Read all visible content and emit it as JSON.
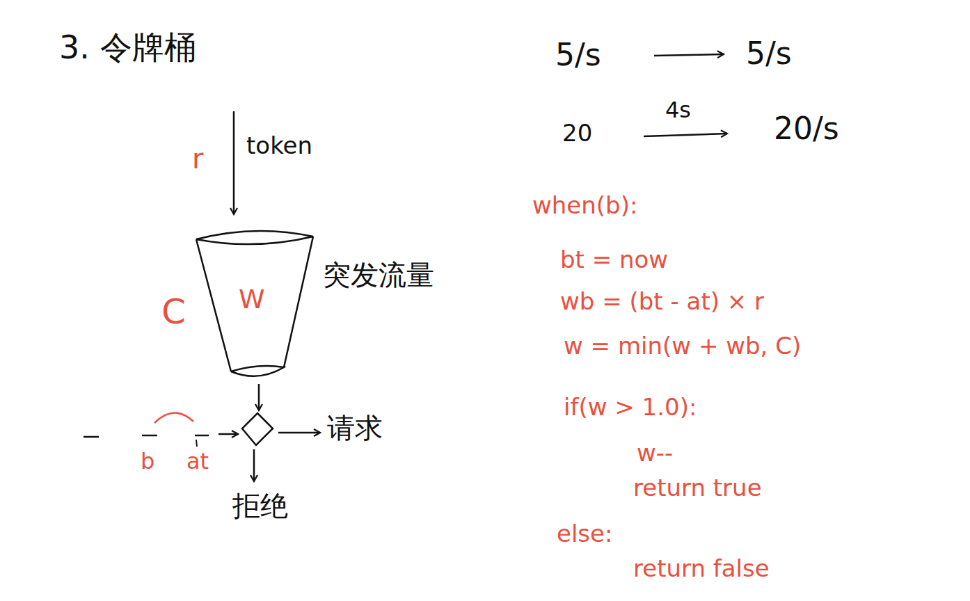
{
  "diagram": {
    "title": "3. 令牌桶",
    "nodes": [
      {
        "text": [
          "W"
        ]
      }
    ],
    "labels": [
      "r",
      "token",
      "C",
      "突发流量",
      "b",
      "at",
      "请求",
      "拒绝",
      "5/s",
      "5/s",
      "20",
      "4s",
      "20/s",
      "when(b):",
      "bt = now",
      "wb = (bt - at) × r",
      "w = min(w + wb, C)",
      "if(w > 1.0):",
      "w--",
      "return true",
      "else:",
      "return false"
    ]
  }
}
